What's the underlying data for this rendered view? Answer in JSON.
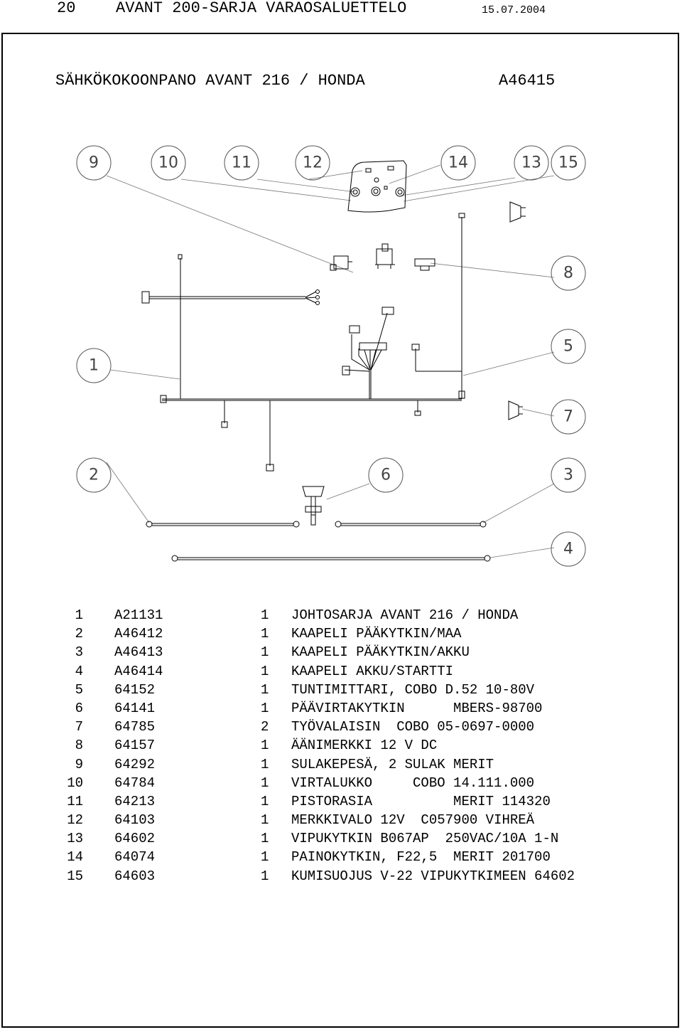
{
  "header": {
    "page_number": "20",
    "title": "AVANT 200-SARJA VARAOSALUETTELO",
    "date": "15.07.2004"
  },
  "assembly": {
    "title": "SÄHKÖKOKOONPANO AVANT 216 / HONDA",
    "code": "A46415"
  },
  "callouts": [
    "9",
    "10",
    "11",
    "12",
    "14",
    "13",
    "15",
    "8",
    "5",
    "1",
    "7",
    "2",
    "6",
    "3",
    "4"
  ],
  "parts": [
    {
      "no": "1",
      "code": "A21131",
      "qty": "1",
      "desc": "JOHTOSARJA AVANT 216 / HONDA"
    },
    {
      "no": "2",
      "code": "A46412",
      "qty": "1",
      "desc": "KAAPELI PÄÄKYTKIN/MAA"
    },
    {
      "no": "3",
      "code": "A46413",
      "qty": "1",
      "desc": "KAAPELI PÄÄKYTKIN/AKKU"
    },
    {
      "no": "4",
      "code": "A46414",
      "qty": "1",
      "desc": "KAAPELI AKKU/STARTTI"
    },
    {
      "no": "5",
      "code": "64152",
      "qty": "1",
      "desc": "TUNTIMITTARI, COBO D.52 10-80V"
    },
    {
      "no": "6",
      "code": "64141",
      "qty": "1",
      "desc": "PÄÄVIRTAKYTKIN      MBERS-98700"
    },
    {
      "no": "7",
      "code": "64785",
      "qty": "2",
      "desc": "TYÖVALAISIN  COBO 05-0697-0000"
    },
    {
      "no": "8",
      "code": "64157",
      "qty": "1",
      "desc": "ÄÄNIMERKKI 12 V DC"
    },
    {
      "no": "9",
      "code": "64292",
      "qty": "1",
      "desc": "SULAKEPESÄ, 2 SULAK MERIT"
    },
    {
      "no": "10",
      "code": "64784",
      "qty": "1",
      "desc": "VIRTALUKKO     COBO 14.111.000"
    },
    {
      "no": "11",
      "code": "64213",
      "qty": "1",
      "desc": "PISTORASIA          MERIT 114320"
    },
    {
      "no": "12",
      "code": "64103",
      "qty": "1",
      "desc": "MERKKIVALO 12V  C057900 VIHREÄ"
    },
    {
      "no": "13",
      "code": "64602",
      "qty": "1",
      "desc": "VIPUKYTKIN B067AP  250VAC/10A 1-N"
    },
    {
      "no": "14",
      "code": "64074",
      "qty": "1",
      "desc": "PAINOKYTKIN, F22,5  MERIT 201700"
    },
    {
      "no": "15",
      "code": "64603",
      "qty": "1",
      "desc": "KUMISUOJUS V-22 VIPUKYTKIMEEN 64602"
    }
  ]
}
